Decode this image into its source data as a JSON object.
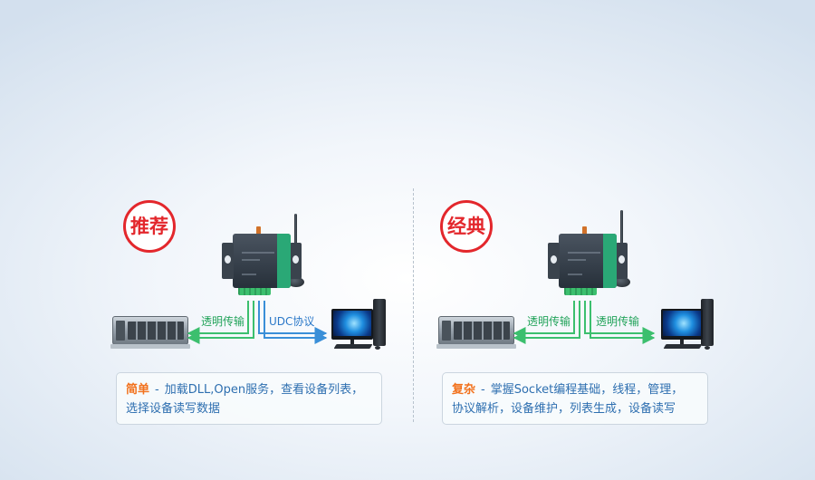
{
  "left": {
    "badge": "推荐",
    "links": [
      "透明传输",
      "UDC协议"
    ],
    "desc": {
      "title": "简单",
      "separator": "-",
      "line1": "加载DLL,Open服务，查看设备列表，",
      "line2": "选择设备读写数据"
    }
  },
  "right": {
    "badge": "经典",
    "links": [
      "透明传输",
      "透明传输"
    ],
    "desc": {
      "title": "复杂",
      "separator": "-",
      "line1": "掌握Socket编程基础，线程，管理，",
      "line2": "协议解析，设备维护，列表生成，设备读写"
    }
  },
  "colors": {
    "badge": "#e3272c",
    "green_arrow": "#3cbf6e",
    "blue_arrow": "#3a8fd8",
    "highlight": "#f2711c"
  },
  "icons": [
    "server-rack",
    "4g-dtu-device",
    "antenna",
    "desktop-computer"
  ]
}
